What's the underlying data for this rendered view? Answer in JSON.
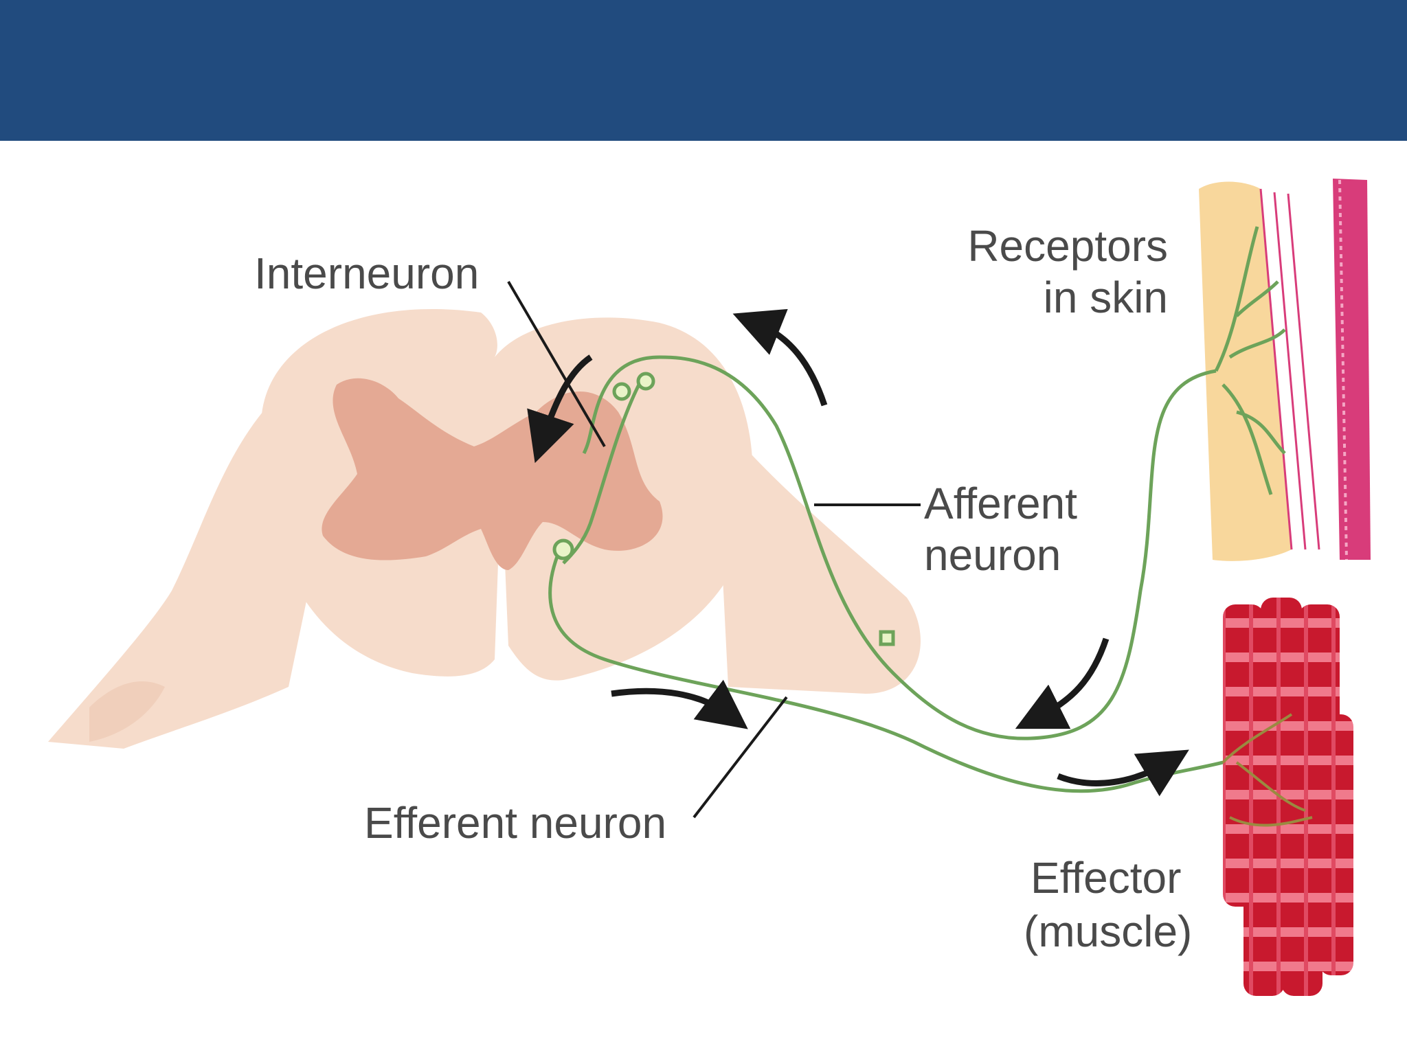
{
  "diagram": {
    "labels": {
      "interneuron": "Interneuron",
      "receptors_line1": "Receptors",
      "receptors_line2": "in skin",
      "afferent_line1": "Afferent",
      "afferent_line2": "neuron",
      "efferent": "Efferent neuron",
      "effector_line1": "Effector",
      "effector_line2": "(muscle)"
    },
    "colors": {
      "banner": "#214b7e",
      "spinal_cord": "#f6dccb",
      "gray_matter": "#e4a994",
      "neuron": "#6da35a",
      "skin": "#f8d79c",
      "skin_layer": "#d83c7a",
      "muscle": "#c8192e",
      "arrow": "#1a1a1a"
    }
  }
}
